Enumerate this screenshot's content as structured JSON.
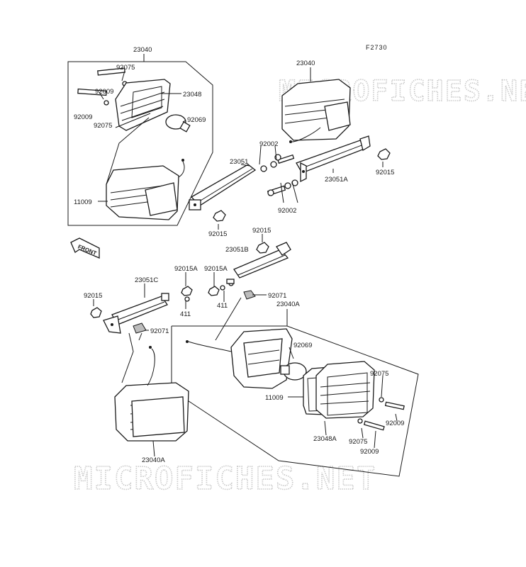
{
  "figure_ref": "F2730",
  "watermark": "MICROFICHES.NET",
  "front_label": "FRONT",
  "labels": {
    "l23040_a": "23040",
    "l92075_a": "92075",
    "l92009_a": "92009",
    "l23048": "23048",
    "l92009_b": "92009",
    "l92075_b": "92075",
    "l92069_a": "92069",
    "l11009_a": "11009",
    "l23051": "23051",
    "l92015_a": "92015",
    "l23040_b": "23040",
    "l92002_a": "92002",
    "l92015_b": "92015",
    "l23051A": "23051A",
    "l92002_b": "92002",
    "l92015_c": "92015",
    "l23051B": "23051B",
    "l92015A_a": "92015A",
    "l92015A_b": "92015A",
    "l23051C": "23051C",
    "l92015_d": "92015",
    "l411_a": "411",
    "l411_b": "411",
    "l92071_a": "92071",
    "l92071_b": "92071",
    "l23040A_a": "23040A",
    "l92069_b": "92069",
    "l11009_b": "11009",
    "l92075_c": "92075",
    "l92009_c": "92009",
    "l23048A": "23048A",
    "l92075_d": "92075",
    "l92009_d": "92009",
    "l23040A_b": "23040A"
  }
}
